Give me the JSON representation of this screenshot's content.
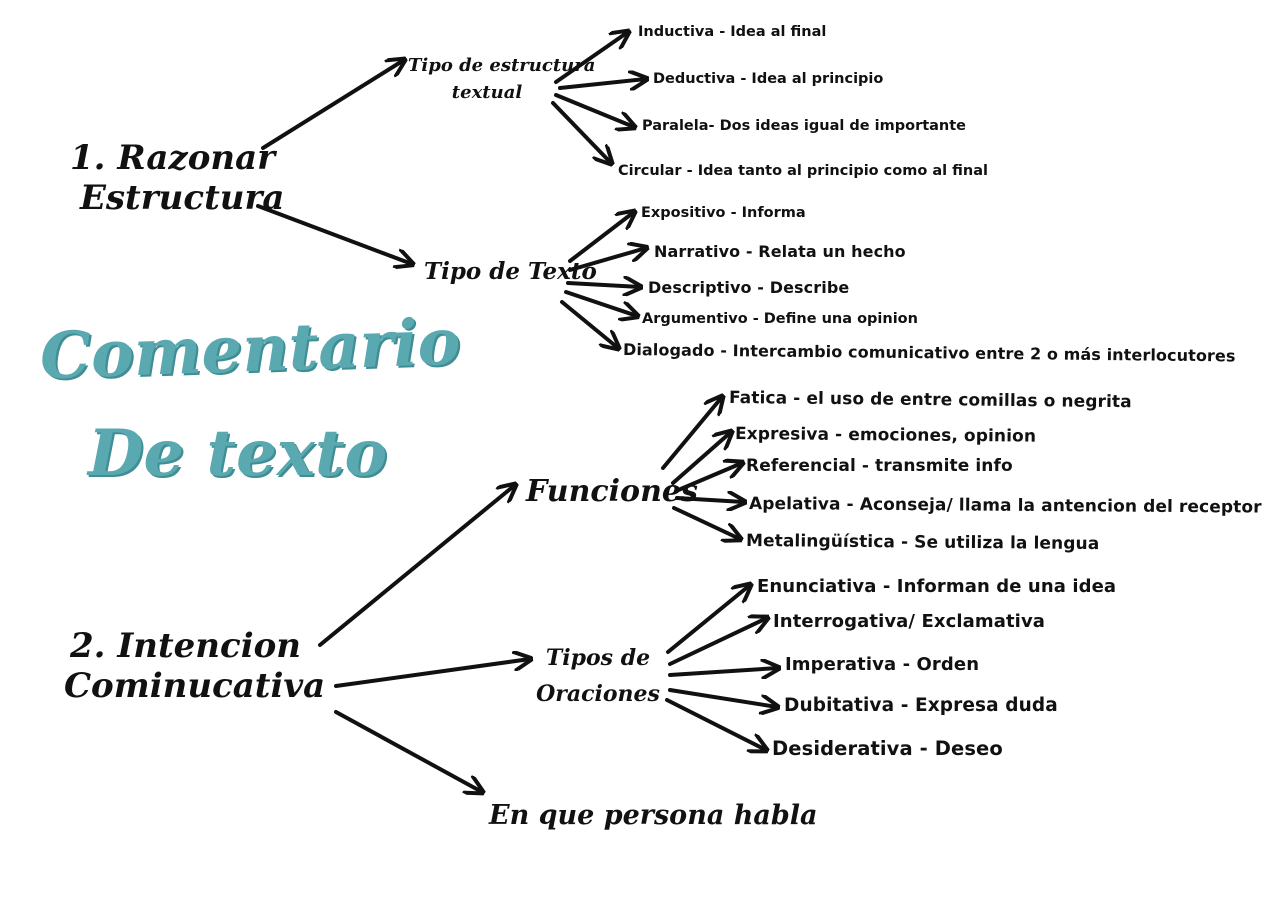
{
  "title": {
    "line1": "Comentario",
    "line2": "De texto",
    "color": "#5aa9b0"
  },
  "section1": {
    "label": "1. Razonar Estructura",
    "line1": "1. Razonar",
    "line2": "Estructura",
    "estructura": {
      "line1": "Tipo de estructura",
      "line2": "textual",
      "items": [
        "Inductiva - Idea al final",
        "Deductiva - Idea al principio",
        "Paralela- Dos ideas igual de importante",
        "Circular - Idea tanto al principio como al final"
      ]
    },
    "texto": {
      "label": "Tipo de Texto",
      "items": [
        "Expositivo - Informa",
        "Narrativo - Relata un hecho",
        "Descriptivo - Describe",
        "Argumentivo - Define una opinion",
        "Dialogado - Intercambio comunicativo entre 2 o más interlocutores"
      ]
    }
  },
  "section2": {
    "line1": "2. Intencion",
    "line2": "Cominucativa",
    "funciones": {
      "label": "Funciones",
      "items": [
        "Fatica - el uso de entre comillas o negrita",
        "Expresiva - emociones, opinion",
        "Referencial - transmite info",
        "Apelativa - Aconseja/ llama la antencion del receptor",
        "Metalingüística - Se utiliza la lengua"
      ]
    },
    "oraciones": {
      "line1": "Tipos de",
      "line2": "Oraciones",
      "items": [
        "Enunciativa - Informan de una idea",
        "Interrogativa/ Exclamativa",
        "Imperativa - Orden",
        "Dubitativa - Expresa duda",
        "Desiderativa - Deseo"
      ]
    },
    "persona": {
      "label": "En que persona habla"
    }
  }
}
